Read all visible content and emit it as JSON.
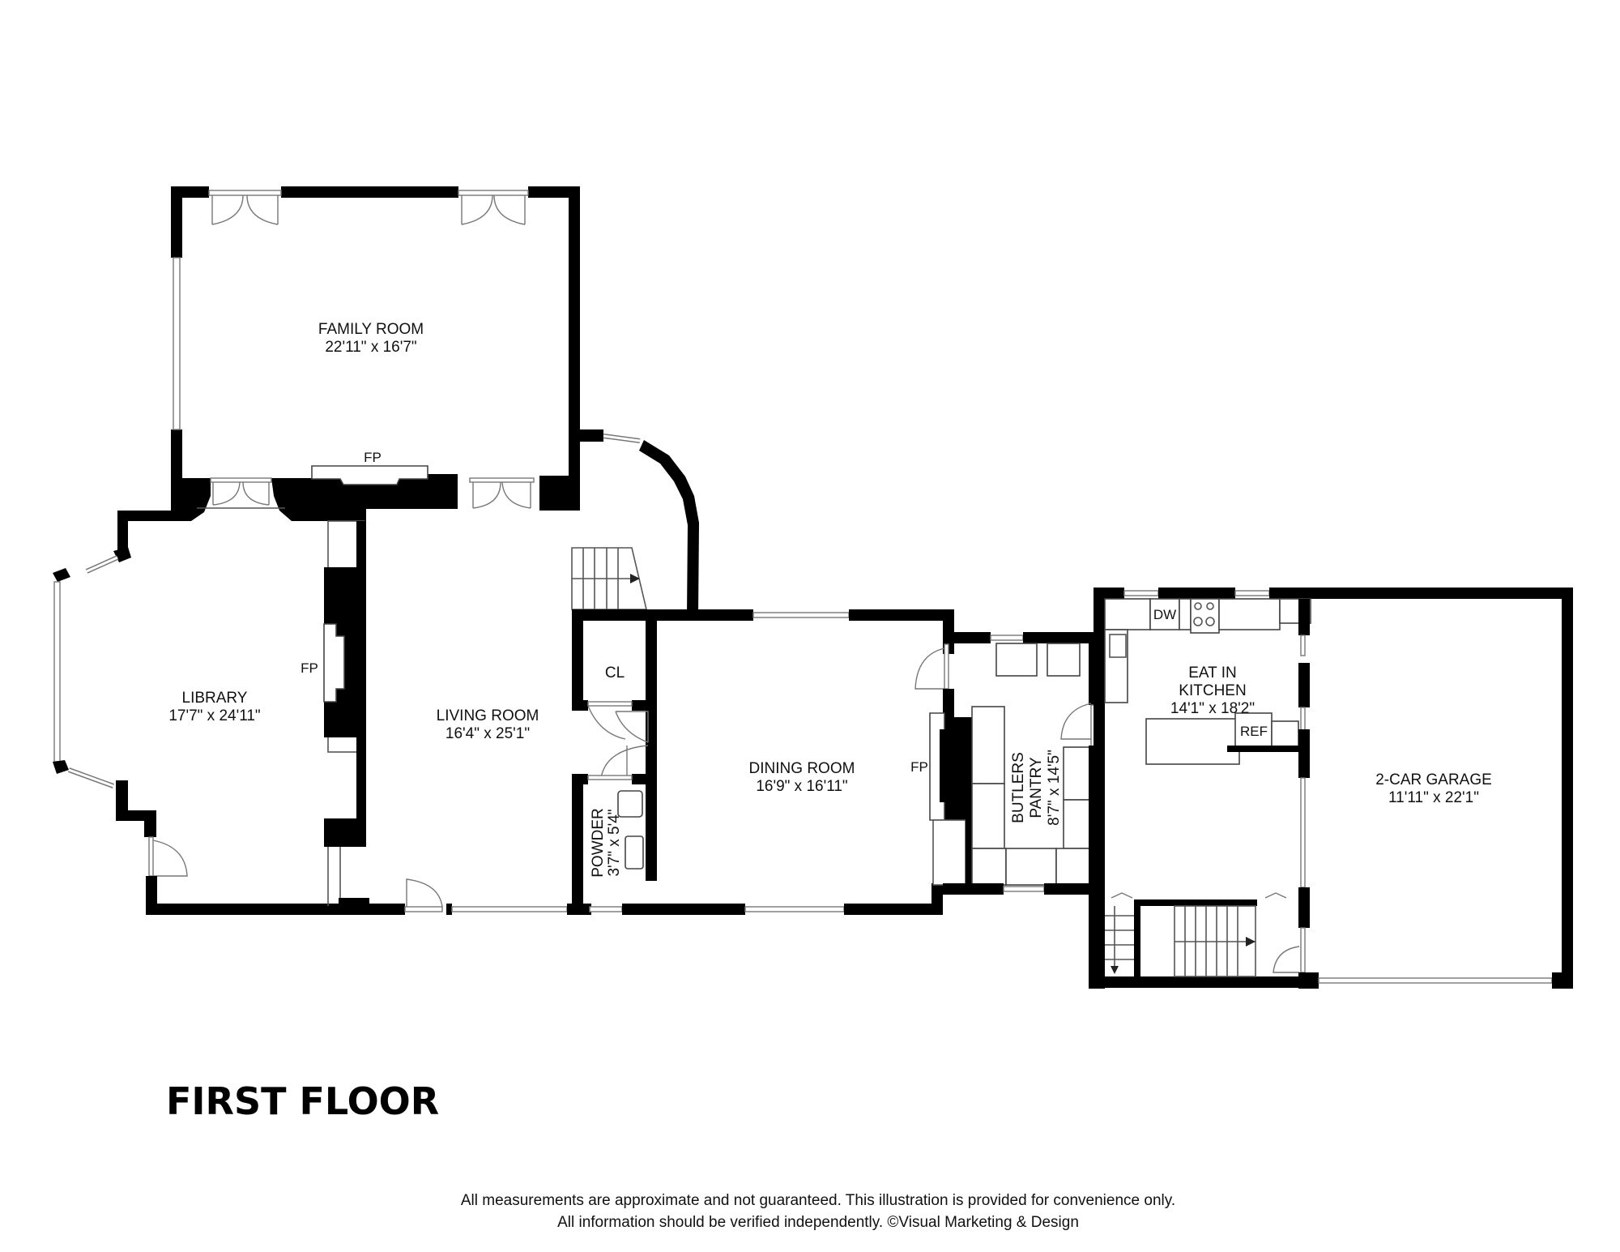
{
  "floor_title": "FIRST FLOOR",
  "rooms": {
    "family_room": {
      "name": "FAMILY ROOM",
      "dims": "22'11\" x 16'7\""
    },
    "library": {
      "name": "LIBRARY",
      "dims": "17'7\" x 24'11\""
    },
    "living_room": {
      "name": "LIVING ROOM",
      "dims": "16'4\" x 25'1\""
    },
    "dining_room": {
      "name": "DINING ROOM",
      "dims": "16'9\" x 16'11\""
    },
    "closet": {
      "name": "CL"
    },
    "powder": {
      "name": "POWDER",
      "dims": "3'7\" x 5'4\""
    },
    "butlers_pantry": {
      "name": "BUTLERS",
      "name2": "PANTRY",
      "dims": "8'7\" x 14'5\""
    },
    "kitchen": {
      "name": "EAT IN",
      "name2": "KITCHEN",
      "dims": "14'1\" x 18'2\""
    },
    "garage": {
      "name": "2-CAR GARAGE",
      "dims": "11'11\" x 22'1\""
    }
  },
  "fixtures": {
    "fireplace_family": "FP",
    "fireplace_library": "FP",
    "fireplace_dining": "FP",
    "dishwasher": "DW",
    "refrigerator": "REF"
  },
  "footer": {
    "line1": "All measurements are approximate and not guaranteed. This illustration is provided for convenience only.",
    "line2": "All information should be verified independently. ©Visual Marketing & Design"
  }
}
